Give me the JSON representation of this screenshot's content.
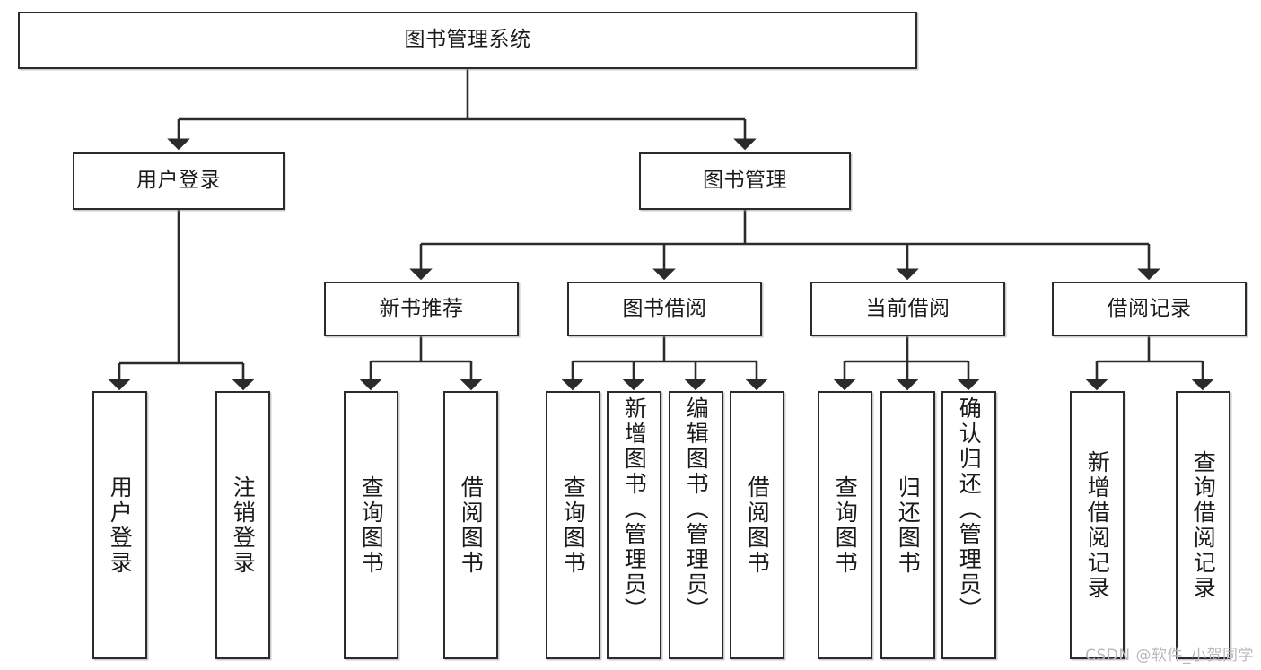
{
  "diagram": {
    "type": "tree",
    "title": "图书管理系统",
    "watermark": "CSDN @软件_小贺同学",
    "colors": {
      "box_border": "#2b2b2b",
      "box_fill": "#ffffff",
      "edge": "#2b2b2b",
      "text": "#1a1a1a",
      "watermark": "#b9b9b9"
    },
    "levels": {
      "level1": [
        {
          "id": "root",
          "label": "图书管理系统",
          "orientation": "horizontal"
        }
      ],
      "level2": [
        {
          "id": "user-login",
          "label": "用户登录",
          "orientation": "horizontal",
          "parent": "root"
        },
        {
          "id": "book-manage",
          "label": "图书管理",
          "orientation": "horizontal",
          "parent": "root"
        }
      ],
      "level3": [
        {
          "id": "new-book-rec",
          "label": "新书推荐",
          "orientation": "horizontal",
          "parent": "book-manage"
        },
        {
          "id": "book-borrow",
          "label": "图书借阅",
          "orientation": "horizontal",
          "parent": "book-manage"
        },
        {
          "id": "current-borrow",
          "label": "当前借阅",
          "orientation": "horizontal",
          "parent": "book-manage"
        },
        {
          "id": "borrow-record",
          "label": "借阅记录",
          "orientation": "horizontal",
          "parent": "book-manage"
        }
      ],
      "level4": [
        {
          "id": "leaf-user-login",
          "label": "用户登录",
          "orientation": "vertical",
          "parent": "user-login"
        },
        {
          "id": "leaf-user-logout",
          "label": "注销登录",
          "orientation": "vertical",
          "parent": "user-login"
        },
        {
          "id": "leaf-query-book-1",
          "label": "查询图书",
          "orientation": "vertical",
          "parent": "new-book-rec"
        },
        {
          "id": "leaf-borrow-book-1",
          "label": "借阅图书",
          "orientation": "vertical",
          "parent": "new-book-rec"
        },
        {
          "id": "leaf-query-book-2",
          "label": "查询图书",
          "orientation": "vertical",
          "parent": "book-borrow"
        },
        {
          "id": "leaf-add-book",
          "label": "新增图书（管理员）",
          "orientation": "vertical",
          "parent": "book-borrow"
        },
        {
          "id": "leaf-edit-book",
          "label": "编辑图书（管理员）",
          "orientation": "vertical",
          "parent": "book-borrow"
        },
        {
          "id": "leaf-borrow-book-2",
          "label": "借阅图书",
          "orientation": "vertical",
          "parent": "book-borrow"
        },
        {
          "id": "leaf-query-book-3",
          "label": "查询图书",
          "orientation": "vertical",
          "parent": "current-borrow"
        },
        {
          "id": "leaf-return-book",
          "label": "归还图书",
          "orientation": "vertical",
          "parent": "current-borrow"
        },
        {
          "id": "leaf-confirm-return",
          "label": "确认归还（管理员）",
          "orientation": "vertical",
          "parent": "current-borrow"
        },
        {
          "id": "leaf-add-record",
          "label": "新增借阅记录",
          "orientation": "vertical",
          "parent": "borrow-record"
        },
        {
          "id": "leaf-query-record",
          "label": "查询借阅记录",
          "orientation": "vertical",
          "parent": "borrow-record"
        }
      ]
    }
  }
}
